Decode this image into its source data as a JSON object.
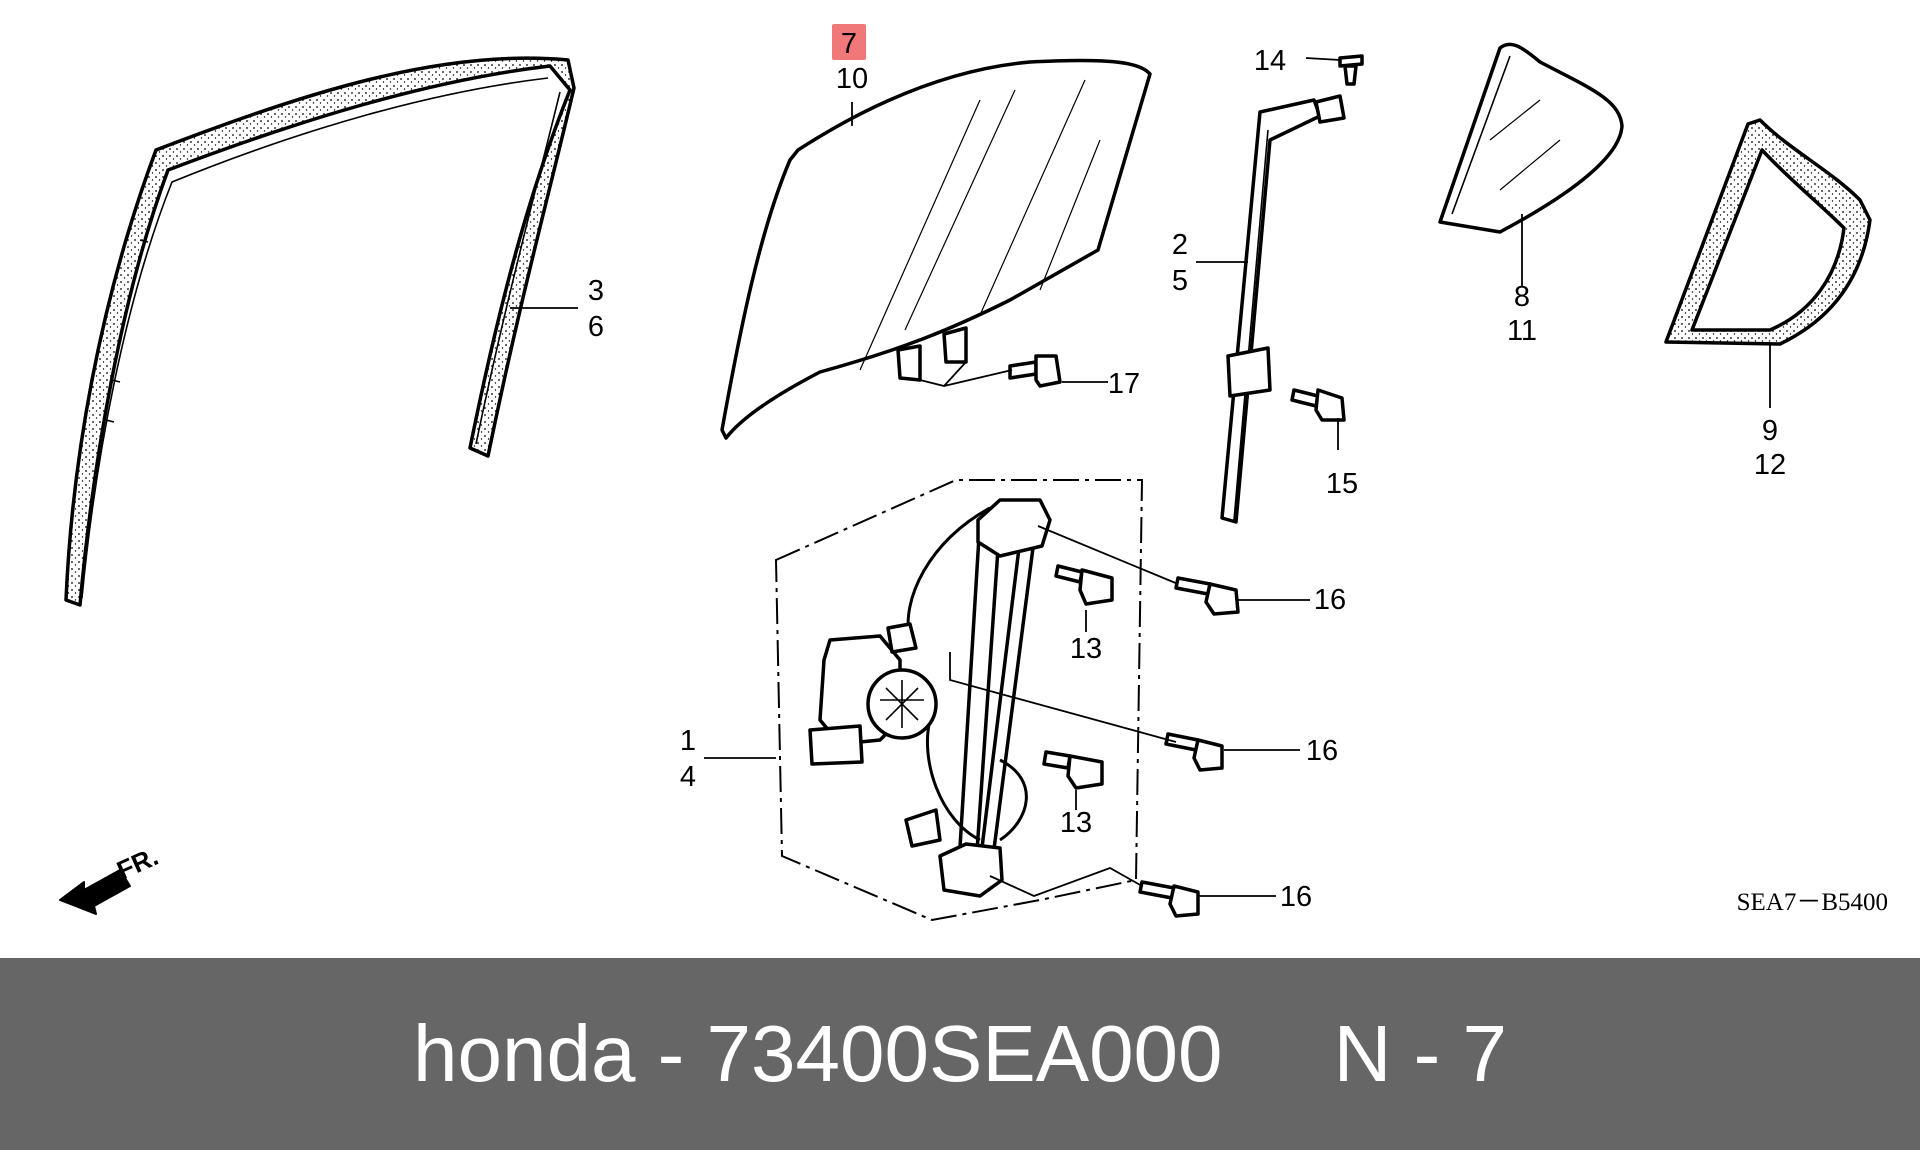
{
  "highlight_color": "#f07878",
  "footer_color": "#666666",
  "callouts": {
    "p7": "7",
    "p10": "10",
    "p3": "3",
    "p6": "6",
    "p14": "14",
    "p2": "2",
    "p5": "5",
    "p8": "8",
    "p11": "11",
    "p9": "9",
    "p12": "12",
    "p17": "17",
    "p15": "15",
    "p16a": "16",
    "p16b": "16",
    "p16c": "16",
    "p13a": "13",
    "p13b": "13",
    "p1": "1",
    "p4": "4"
  },
  "front_marker": "FR.",
  "diagram_code": "SEA7－B5400",
  "footer_text": "honda - 73400SEA000     N - 7"
}
